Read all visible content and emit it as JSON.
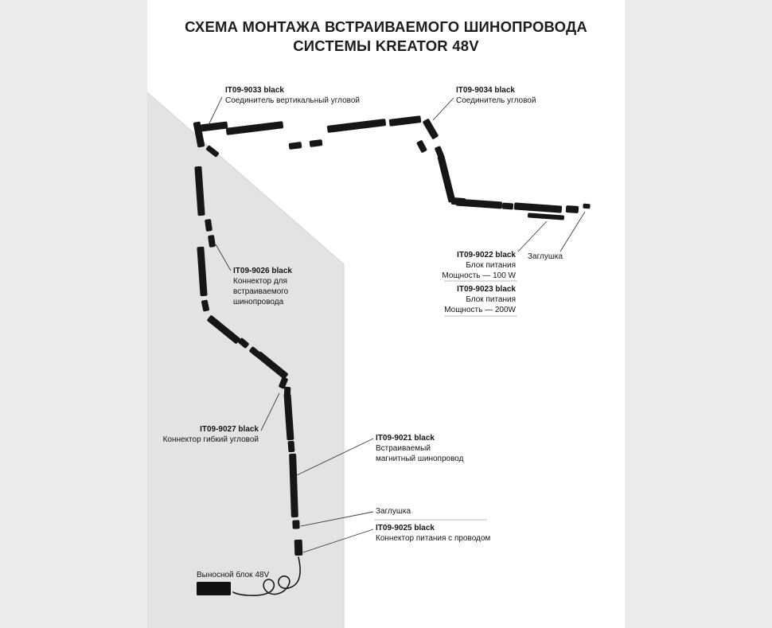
{
  "title": {
    "line1": "СХЕМА МОНТАЖА ВСТРАИВАЕМОГО ШИНОПРОВОДА",
    "line2": "СИСТЕМЫ KREATOR 48V"
  },
  "callouts": {
    "c9033": {
      "lines": [
        "IT09-9033 black",
        "Соединитель вертикальный угловой"
      ]
    },
    "c9034": {
      "lines": [
        "IT09-9034 black",
        "Соединитель угловой"
      ]
    },
    "c9026": {
      "lines": [
        "IT09-9026 black",
        "Коннектор для",
        "встраиваемого",
        "шинопровода"
      ]
    },
    "c9022": {
      "lines": [
        "IT09-9022 black",
        "Блок питания",
        "Мощность — 100 W"
      ]
    },
    "zaglushka_top": {
      "lines": [
        "Заглушка"
      ]
    },
    "c9023": {
      "lines": [
        "IT09-9023 black",
        "Блок питания",
        "Мощность — 200W"
      ]
    },
    "c9027": {
      "lines": [
        "IT09-9027 black",
        "Коннектор гибкий угловой"
      ]
    },
    "c9021": {
      "lines": [
        "IT09-9021 black",
        "Встраиваемый",
        "магнитный шинопровод"
      ]
    },
    "zaglushka_bottom": {
      "lines": [
        "Заглушка"
      ]
    },
    "c9025": {
      "lines": [
        "IT09-9025 black",
        "Коннектор питания с проводом"
      ]
    },
    "remote_block": {
      "lines": [
        "Выносной блок 48V"
      ]
    }
  },
  "colors": {
    "page_bg": "#ebebeb",
    "panel_bg": "#ffffff",
    "wall_gray": "#e3e3e3",
    "track_black": "#161616",
    "callout_line": "#3c3c3c"
  }
}
